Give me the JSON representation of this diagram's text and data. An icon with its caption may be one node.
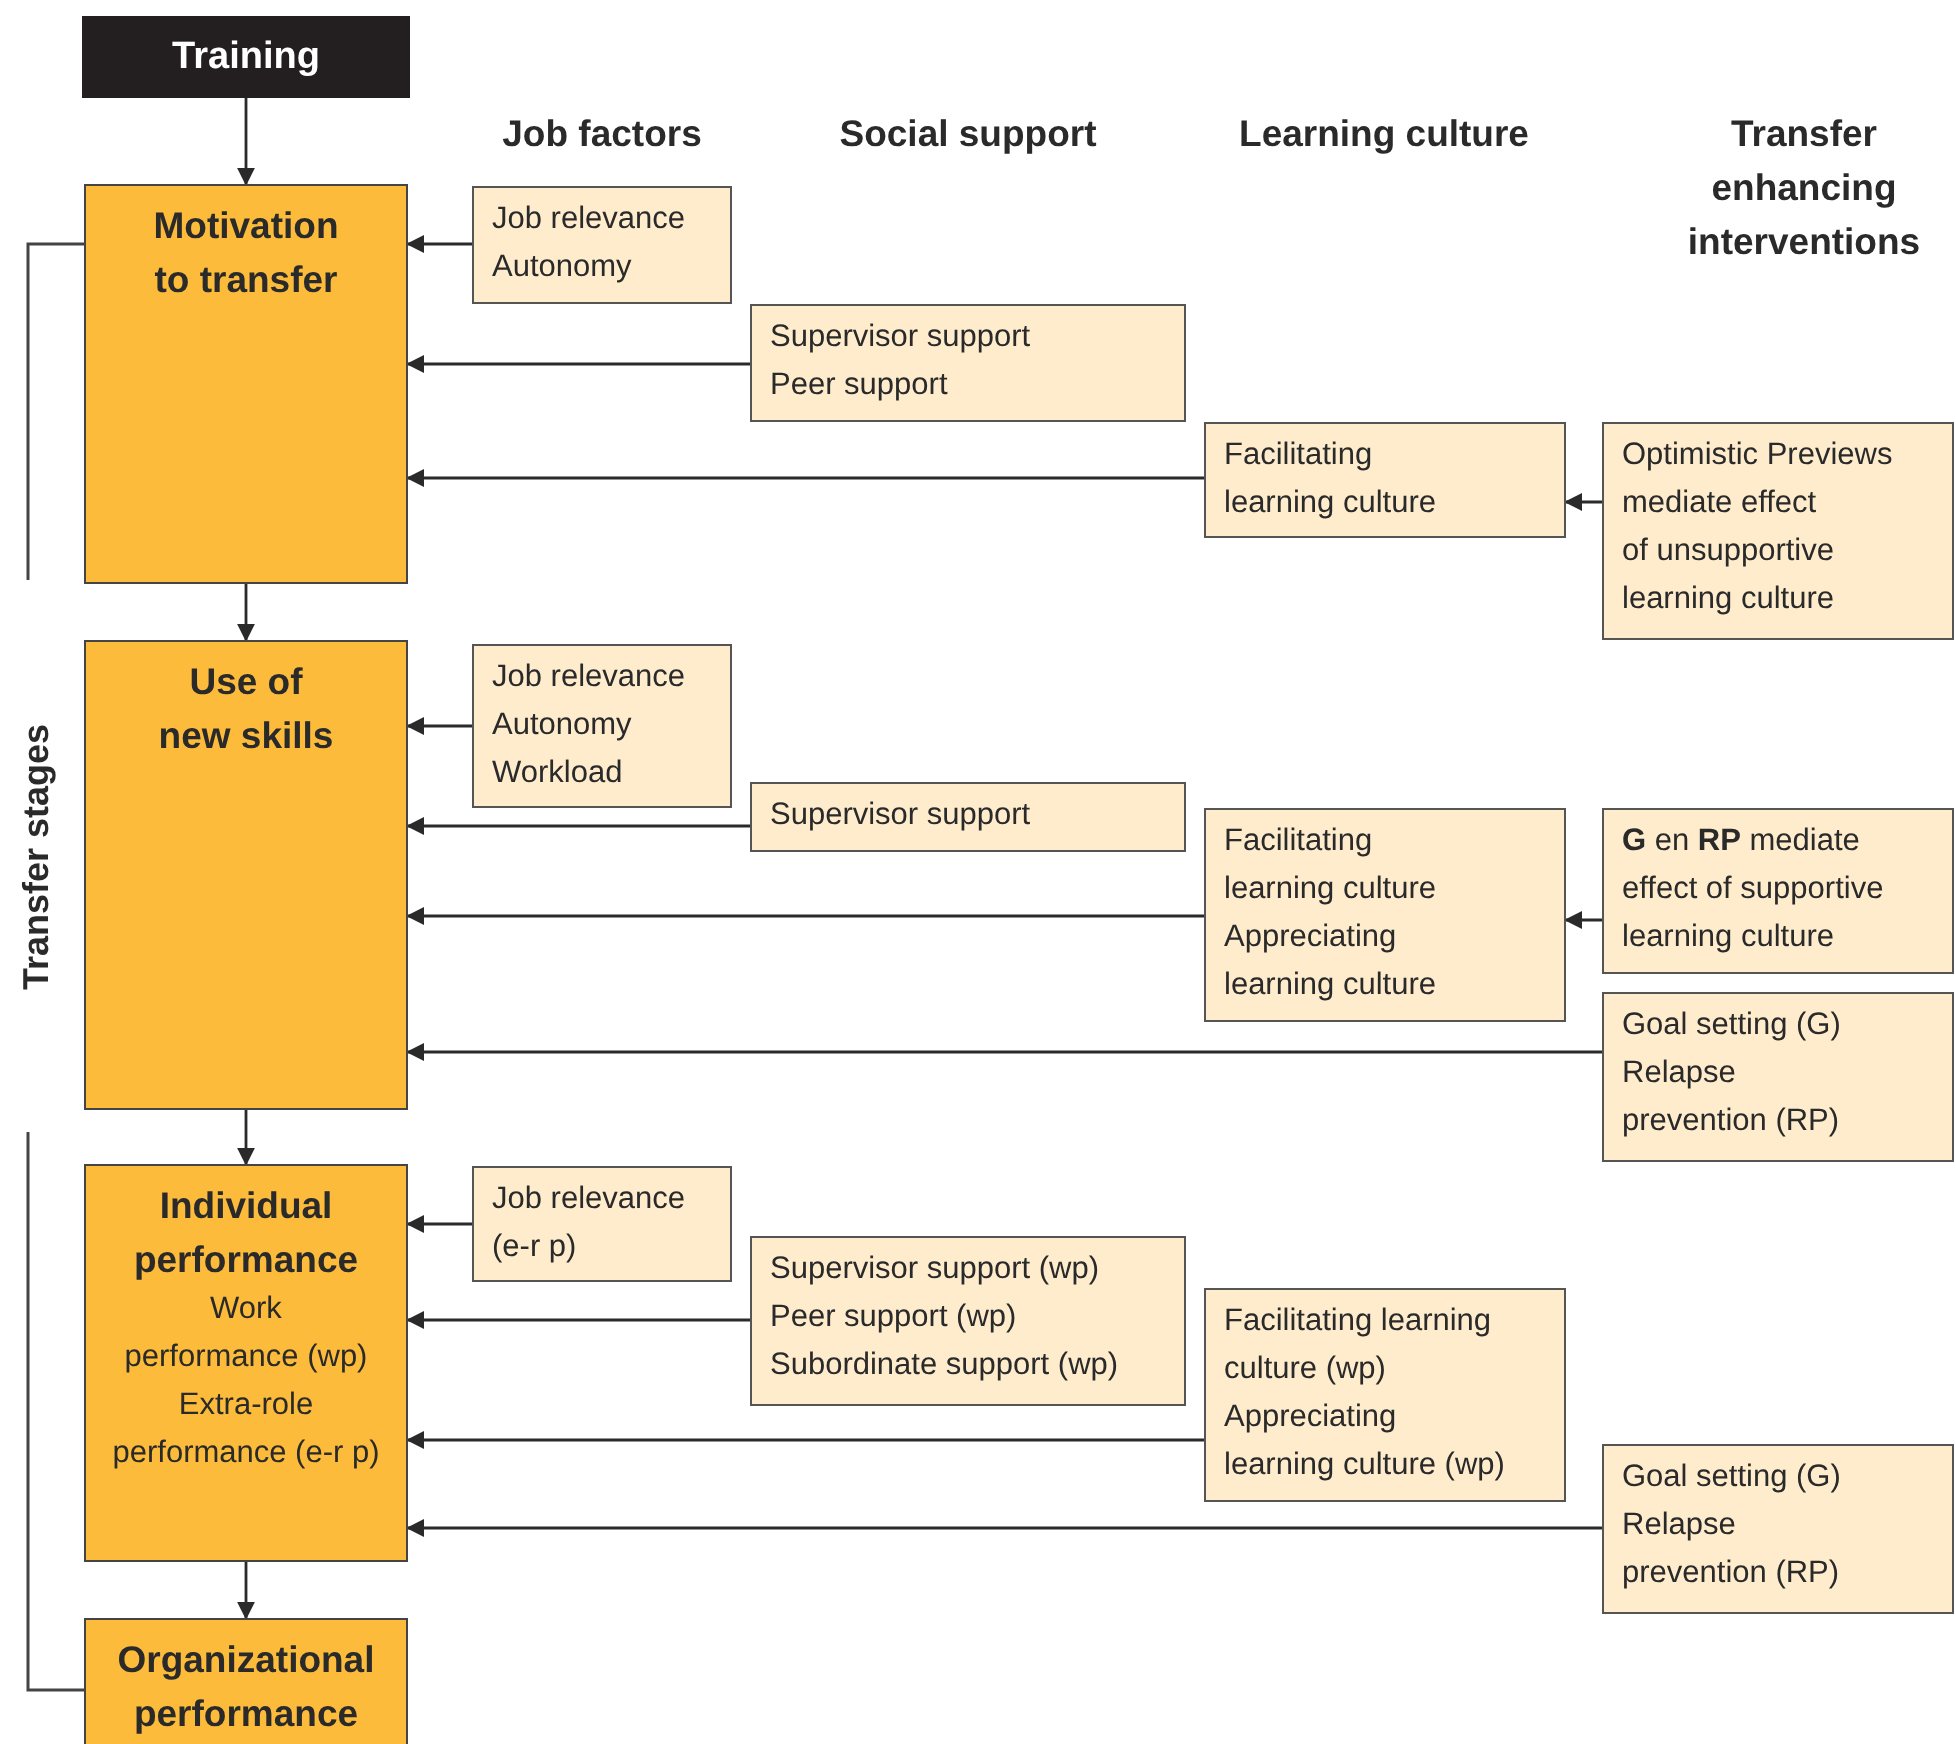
{
  "diagram": {
    "nodes": [
      {
        "text": [
          "Training"
        ]
      },
      {
        "text": [
          "Motivation to transfer"
        ]
      },
      {
        "text": [
          "Job relevance",
          "Autonomy"
        ]
      },
      {
        "text": [
          "Supervisor support",
          "Peer support"
        ]
      },
      {
        "text": [
          "Facilitating learning culture"
        ]
      },
      {
        "text": [
          "Optimistic Previews mediate effect of unsupportive learning culture"
        ]
      },
      {
        "text": [
          "Use of new skills"
        ]
      },
      {
        "text": [
          "Job relevance",
          "Autonomy",
          "Workload"
        ]
      },
      {
        "text": [
          "Supervisor support"
        ]
      },
      {
        "text": [
          "Facilitating learning culture",
          "Appreciating learning culture"
        ]
      },
      {
        "text": [
          "**G** en **RP** mediate effect of supportive learning culture"
        ]
      },
      {
        "text": [
          "Goal setting (G)",
          "Relapse prevention (RP)"
        ]
      },
      {
        "text": [
          "Individual performance",
          "Work performance (wp)",
          "Extra-role performance (e-r p)"
        ]
      },
      {
        "text": [
          "Job relevance (e-r p)"
        ]
      },
      {
        "text": [
          "Supervisor support (wp)",
          "Peer support (wp)",
          "Subordinate support (wp)"
        ]
      },
      {
        "text": [
          "Facilitating learning culture (wp)",
          "Appreciating learning culture (wp)"
        ]
      },
      {
        "text": [
          "Goal setting (G)",
          "Relapse prevention (RP)"
        ]
      },
      {
        "text": [
          "Organizational performance"
        ]
      }
    ],
    "edges": [
      {
        "from": 0,
        "to": 1,
        "arrow": "to"
      },
      {
        "from": 2,
        "to": 1,
        "arrow": "to"
      },
      {
        "from": 3,
        "to": 1,
        "arrow": "to"
      },
      {
        "from": 4,
        "to": 1,
        "arrow": "to"
      },
      {
        "from": 5,
        "to": 4,
        "arrow": "to"
      },
      {
        "from": 1,
        "to": 6,
        "arrow": "to"
      },
      {
        "from": 7,
        "to": 6,
        "arrow": "to"
      },
      {
        "from": 8,
        "to": 6,
        "arrow": "to"
      },
      {
        "from": 9,
        "to": 6,
        "arrow": "to"
      },
      {
        "from": 10,
        "to": 9,
        "arrow": "to"
      },
      {
        "from": 11,
        "to": 6,
        "arrow": "to"
      },
      {
        "from": 6,
        "to": 12,
        "arrow": "to"
      },
      {
        "from": 13,
        "to": 12,
        "arrow": "to"
      },
      {
        "from": 14,
        "to": 12,
        "arrow": "to"
      },
      {
        "from": 15,
        "to": 12,
        "arrow": "to"
      },
      {
        "from": 16,
        "to": 12,
        "arrow": "to"
      },
      {
        "from": 12,
        "to": 17,
        "arrow": "to"
      }
    ],
    "labels": [
      "Job factors",
      "Social support",
      "Learning culture",
      "Transfer enhancing interventions",
      "Transfer stages"
    ]
  }
}
